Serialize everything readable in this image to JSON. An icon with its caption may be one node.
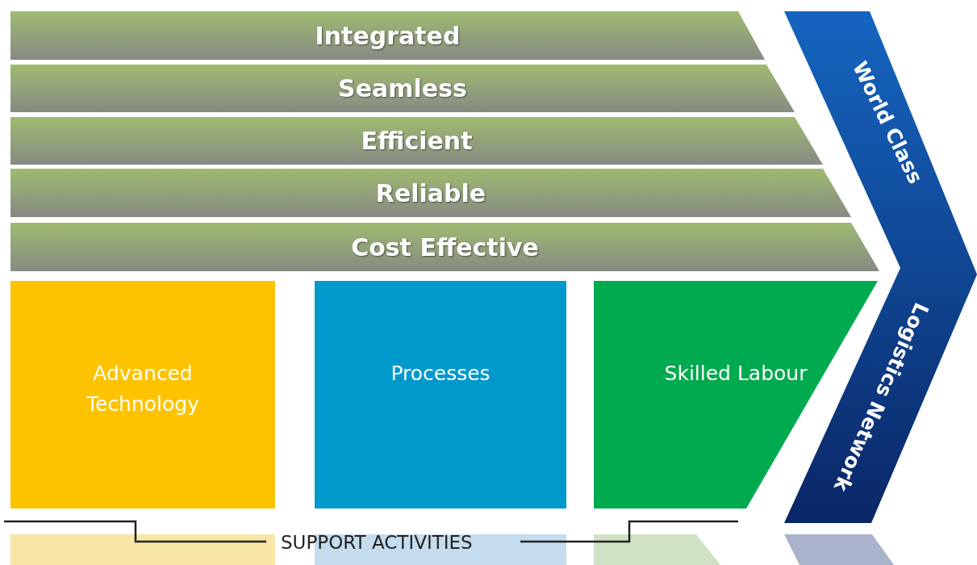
{
  "diagram": {
    "nodes": [
      {
        "text": [
          "Integrated"
        ]
      },
      {
        "text": [
          "Seamless"
        ]
      },
      {
        "text": [
          "Efficient"
        ]
      },
      {
        "text": [
          "Reliable"
        ]
      },
      {
        "text": [
          "Cost Effective"
        ]
      },
      {
        "text": [
          "Advanced Technology"
        ]
      },
      {
        "text": [
          "Processes"
        ]
      },
      {
        "text": [
          "Skilled Labour"
        ]
      },
      {
        "text": [
          "World Class",
          "Logistics Network"
        ]
      }
    ],
    "labels": [
      "SUPPORT ACTIVITIES"
    ]
  }
}
